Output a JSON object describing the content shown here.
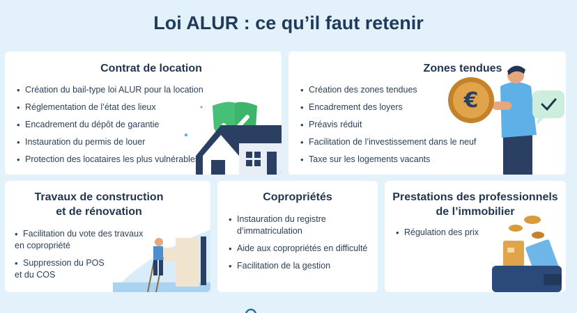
{
  "title": "Loi ALUR : ce qu’il faut retenir",
  "cards": {
    "contrat": {
      "title": "Contrat de location",
      "items": [
        "Création du bail-type loi ALUR pour la location",
        "Réglementation de l’état des lieux",
        "Encadrement du dépôt de garantie",
        "Instauration du permis de louer",
        "Protection des locataires les plus vulnérables"
      ]
    },
    "zones": {
      "title": "Zones tendues",
      "items": [
        "Création des zones tendues",
        "Encadrement des loyers",
        "Préavis réduit",
        "Facilitation de l’investissement dans le neuf",
        "Taxe sur les logements vacants"
      ]
    },
    "travaux": {
      "title_line1": "Travaux de construction",
      "title_line2": "et de rénovation",
      "items": [
        {
          "line1": "Facilitation du vote des travaux",
          "line2": "en copropriété"
        },
        {
          "line1": "Suppression du POS",
          "line2": "et du COS"
        }
      ]
    },
    "copro": {
      "title": "Copropriétés",
      "items": [
        "Instauration du registre d’immatriculation",
        "Aide aux copropriétés en difficulté",
        "Facilitation de la gestion"
      ]
    },
    "presta": {
      "title_line1": "Prestations des professionnels",
      "title_line2": "de l’immobilier",
      "items": [
        "Régulation des prix"
      ]
    }
  },
  "icons": [
    "shield-check-icon",
    "house-icon",
    "euro-coin-icon",
    "check-bubble-icon",
    "worker-ladder-icon",
    "wallet-coins-icon"
  ],
  "colors": {
    "background": "#e3f1fb",
    "card": "#ffffff",
    "title": "#1f3a5a",
    "shield": "#3db36b",
    "coin": "#d99b3a",
    "navy": "#213a5c"
  }
}
